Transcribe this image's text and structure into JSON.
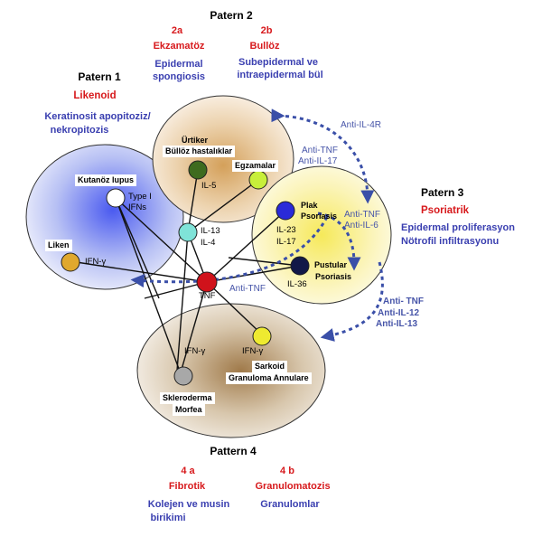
{
  "patterns": {
    "p1": {
      "title": "Patern 1",
      "type": "Likenoid",
      "desc_line1": "Keratinosit apopitoziz/",
      "desc_line2": "nekropitozis"
    },
    "p2": {
      "title": "Patern 2",
      "a_id": "2a",
      "a_type": "Ekzamatöz",
      "a_desc1": "Epidermal",
      "a_desc2": "spongiosis",
      "b_id": "2b",
      "b_type": "Bullöz",
      "b_desc1": "Subepidermal ve",
      "b_desc2": "intraepidermal bül"
    },
    "p3": {
      "title": "Patern 3",
      "type": "Psoriatrik",
      "desc_line1": "Epidermal proliferasyon",
      "desc_line2": "Nötrofil infiltrasyonu"
    },
    "p4": {
      "title": "Pattern 4",
      "a_id": "4 a",
      "a_type": "Fibrotik",
      "a_desc1": "Kolejen ve musin",
      "a_desc2": "birikimi",
      "b_id": "4 b",
      "b_type": "Granulomatozis",
      "b_desc1": "Granulomlar"
    }
  },
  "diseases": {
    "kutanoz_lupus": "Kutanöz lupus",
    "liken": "Liken",
    "urtiker": "Ürtiker",
    "bulloz": "Büllöz hastalıklar",
    "egzamalar": "Egzamalar",
    "plak_1": "Plak",
    "plak_2": "Psoriasis",
    "pustular_1": "Pustular",
    "pustular_2": "Psoriasis",
    "sarkoid": "Sarkoid",
    "granuloma": "Granuloma Annulare",
    "skleroderma": "Skleroderma",
    "morfea": "Morfea"
  },
  "cytokines": {
    "type1_a": "Type I",
    "type1_b": "IFNs",
    "ifng_liken": "IFN-γ",
    "il5": "IL-5",
    "il13": "IL-13",
    "il4": "IL-4",
    "il23": "IL-23",
    "il17": "IL-17",
    "il36": "IL-36",
    "tnf": "TNF",
    "ifng_scl": "IFN-γ",
    "ifng_sark": "IFN-γ"
  },
  "therapies": {
    "anti_il4r": "Anti-IL-4R",
    "anti_tnf_il17_a": "Anti-TNF",
    "anti_tnf_il17_b": "Anti-IL-17",
    "anti_tnf_il6_a": "Anti-TNF",
    "anti_tnf_il6_b": "Anti-IL-6",
    "anti_tnf_center": "Anti-TNF",
    "anti_p4_a": "Anti- TNF",
    "anti_p4_b": "Anti-IL-12",
    "anti_p4_c": "Anti-IL-13"
  },
  "colors": {
    "node_lupus": "#ffffff",
    "node_liken": "#e0a82e",
    "node_il5": "#3e6b1f",
    "node_egzama": "#c8ef3a",
    "node_il13": "#7fe3d8",
    "node_tnf": "#d0121b",
    "node_plak": "#2a2ad8",
    "node_pustular": "#121848",
    "node_sarkoid": "#eeea30",
    "node_scl": "#a8a8a8",
    "arrow": "#3a4fa8"
  }
}
